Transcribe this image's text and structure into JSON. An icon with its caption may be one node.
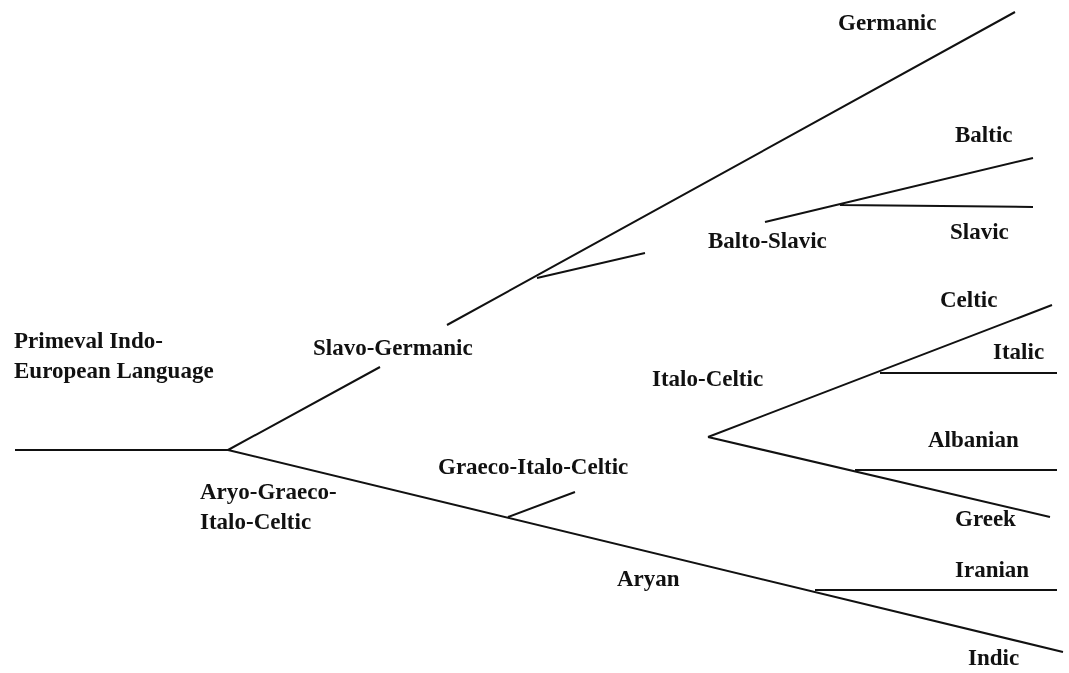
{
  "diagram": {
    "labels": [
      "Germanic",
      "Baltic",
      "Slavic",
      "Balto-Slavic",
      "Primeval Indo-European Language",
      "Slavo-Germanic",
      "Celtic",
      "Italic",
      "Italo-Celtic",
      "Albanian",
      "Graeco-Italo-Celtic",
      "Aryo-Graeco-Italo-Celtic",
      "Greek",
      "Iranian",
      "Aryan",
      "Indic"
    ]
  }
}
